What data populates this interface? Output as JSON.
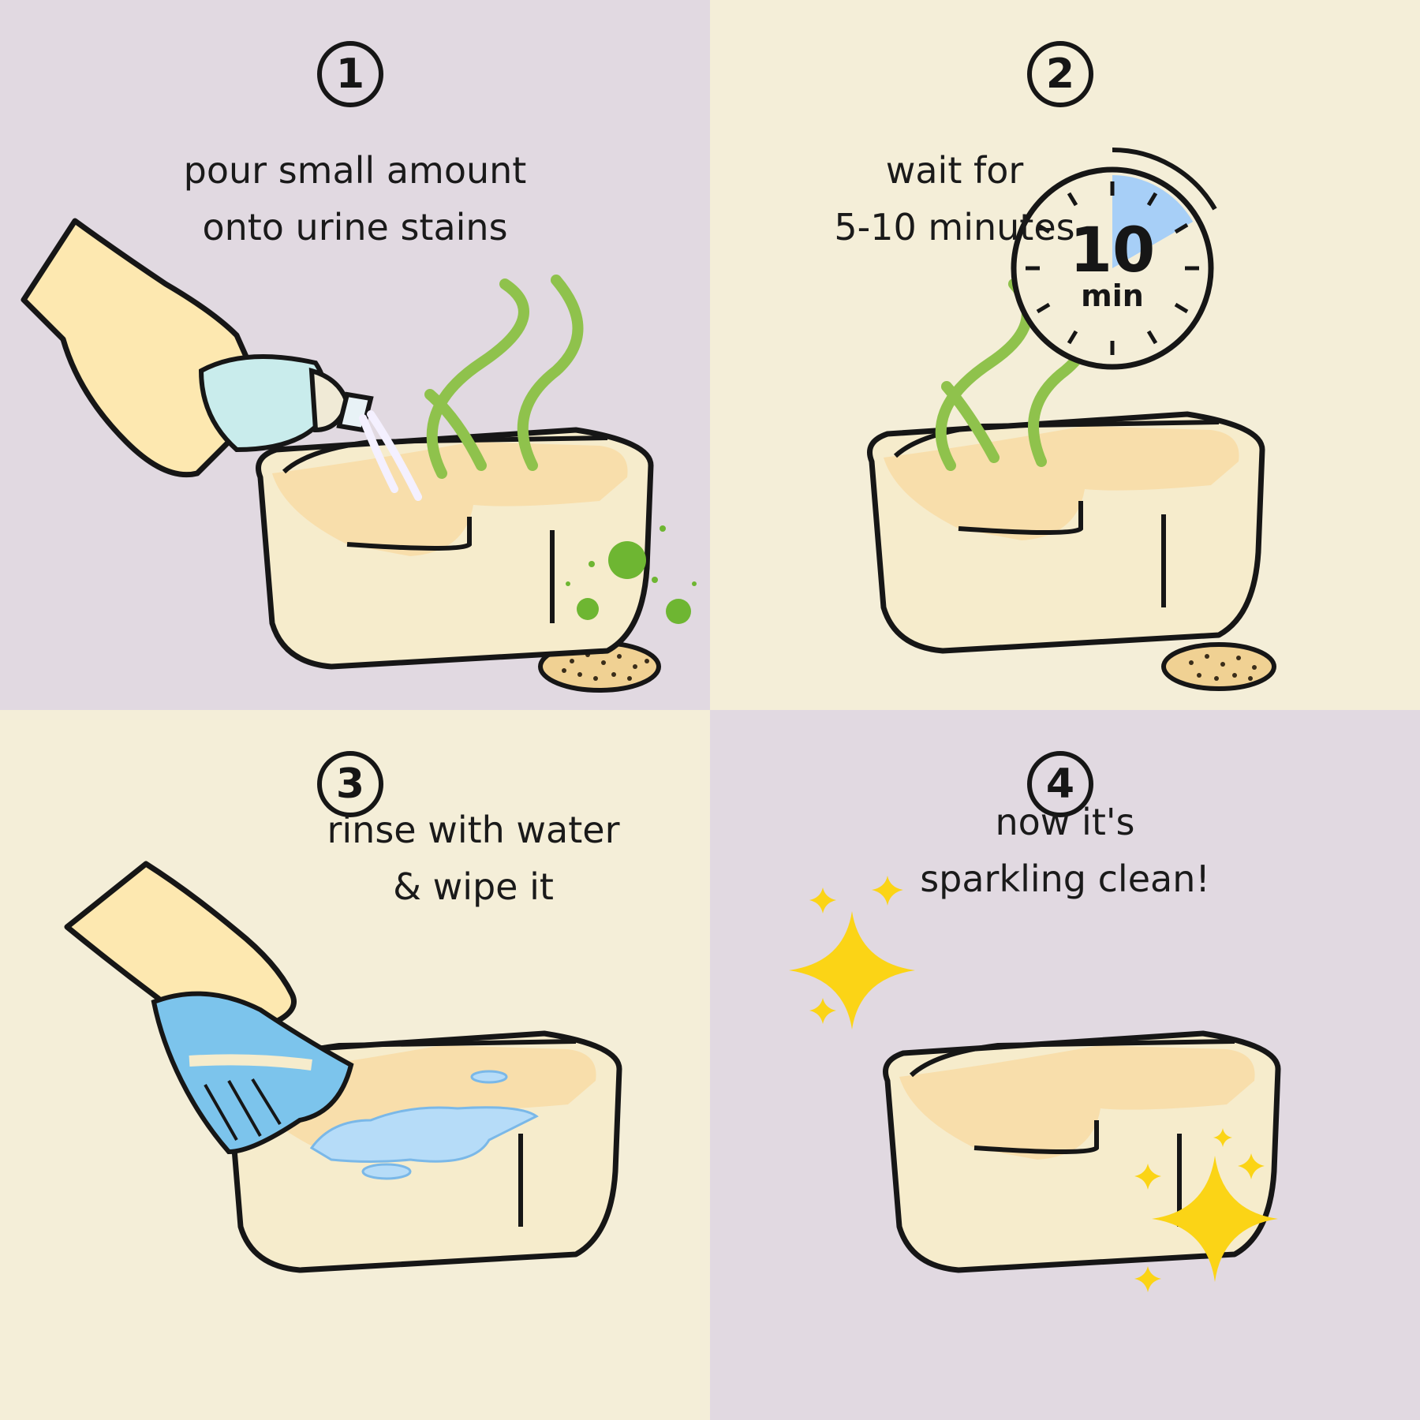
{
  "colors": {
    "lavender": "#e1d9e1",
    "cream": "#f4eed8",
    "outline": "#161616",
    "box_fill": "#f6eccc",
    "litter": "#f8deab",
    "odor_green": "#8fc24c",
    "germ_green": "#6eb632",
    "glove_yellow": "#fde8b0",
    "cloth_blue": "#7cc4ec",
    "water_blue": "#b6dcf8",
    "sparkle_yellow": "#fbd416",
    "timer_blue": "#a7cff7",
    "bottle_mint": "#c9ecec"
  },
  "steps": [
    {
      "number": "1",
      "lines": [
        "pour small amount",
        "onto urine stains"
      ]
    },
    {
      "number": "2",
      "lines": [
        "wait for",
        "5-10 minutes"
      ]
    },
    {
      "number": "3",
      "lines": [
        "rinse with water",
        "& wipe it"
      ]
    },
    {
      "number": "4",
      "lines": [
        "now it's",
        "sparkling clean!"
      ]
    }
  ],
  "timer": {
    "value": "10",
    "unit": "min",
    "elapsed_fraction": 0.1667
  }
}
